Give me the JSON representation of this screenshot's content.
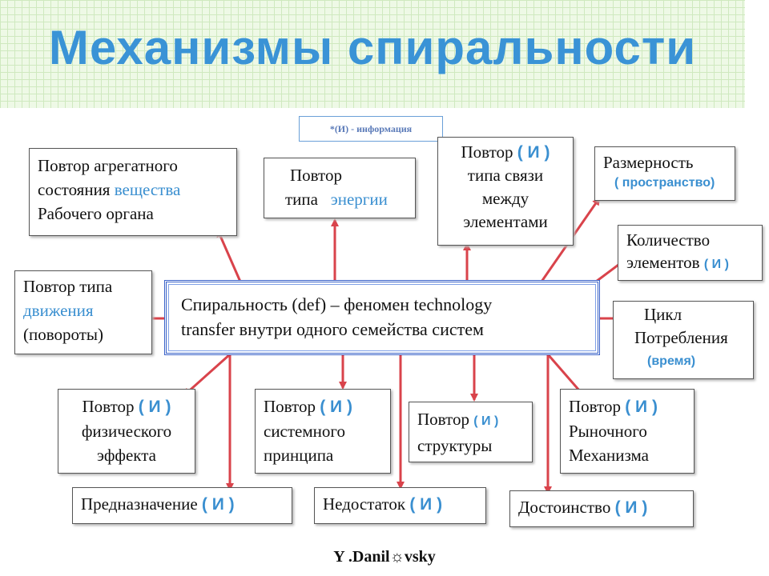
{
  "title": "Механизмы спиральности",
  "note": "*(И) - информация",
  "center": {
    "line1": "Спиральность (def) – феномен technology",
    "line2": "transfer внутри одного семейства систем"
  },
  "boxes": {
    "aggregate": {
      "line1": "Повтор агрегатного",
      "line2a": "состояния",
      "line2b": "вещества",
      "line3": "Рабочего органа"
    },
    "energy": {
      "line1": "Повтор",
      "line2a": "типа",
      "line2b": "энергии"
    },
    "relation": {
      "line1a": "Повтор",
      "tag": "( И )",
      "line2": "типа связи",
      "line3": "между",
      "line4": "элементами"
    },
    "dimension": {
      "line1": "Размерность",
      "line2": "( пространство)"
    },
    "quantity": {
      "line1": "Количество",
      "line2a": "элементов",
      "tag": "( И )"
    },
    "motion": {
      "line1": "Повтор типа",
      "line2": "движения",
      "line3": "(повороты)"
    },
    "cycle": {
      "line1": "Цикл",
      "line2": "Потребления",
      "line3": "(время)"
    },
    "physical": {
      "line1a": "Повтор",
      "tag": "( И )",
      "line2": "физического",
      "line3": "эффекта"
    },
    "system": {
      "line1a": "Повтор",
      "tag": "( И )",
      "line2": "системного",
      "line3": "принципа"
    },
    "structure": {
      "line1a": "Повтор",
      "tag": "( И )",
      "line2": "структуры"
    },
    "market": {
      "line1a": "Повтор",
      "tag": "( И )",
      "line2": "Рыночного",
      "line3": "Механизма"
    },
    "purpose": {
      "text": "Предназначение",
      "tag": "( И )"
    },
    "shortcoming": {
      "text": "Недостаток",
      "tag": "( И )"
    },
    "merit": {
      "text": "Достоинство",
      "tag": "( И )"
    }
  },
  "author": "Y .Danil☼vsky",
  "colors": {
    "arrow": "#d9434b",
    "accent": "#3a8fd0",
    "center_border": "#3a62c8"
  }
}
